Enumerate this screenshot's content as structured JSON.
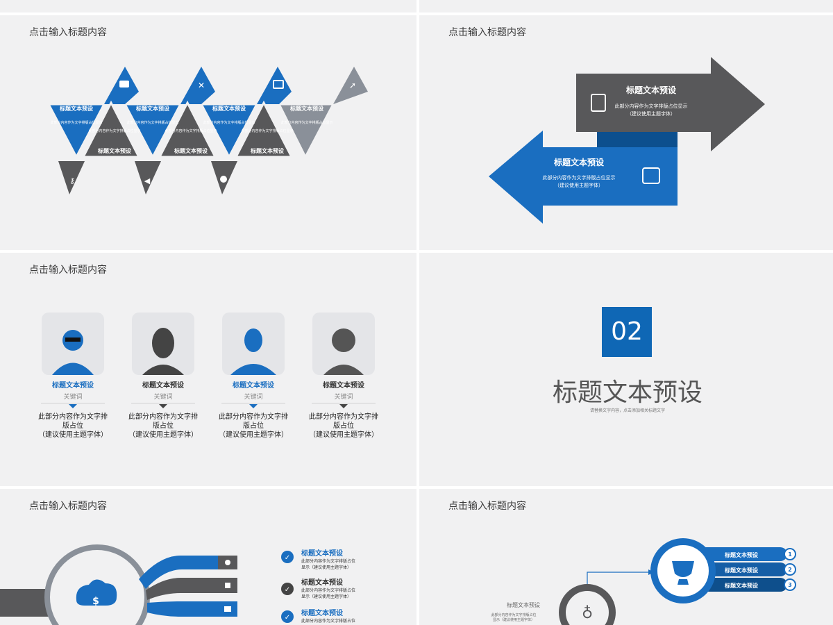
{
  "colors": {
    "blue": "#1a6ec0",
    "dark_gray": "#58585a",
    "light_gray": "#8a9099",
    "bg": "#f1f1f2"
  },
  "slides": {
    "triangles": {
      "title": "点击输入标题内容",
      "blocks": [
        {
          "label": "标题文本预设",
          "desc": "此部分内容作为文字排版占位显示",
          "icon": "briefcase-icon"
        },
        {
          "label": "标题文本预设",
          "desc": "此部分内容作为文字排版占位显示",
          "icon": "key-icon"
        },
        {
          "label": "标题文本预设",
          "desc": "此部分内容作为文字排版占位显示",
          "icon": "tools-icon"
        },
        {
          "label": "标题文本预设",
          "desc": "此部分内容作为文字排版占位显示",
          "icon": "megaphone-icon"
        },
        {
          "label": "标题文本预设",
          "desc": "此部分内容作为文字排版占位显示",
          "icon": "presentation-icon"
        },
        {
          "label": "标题文本预设",
          "desc": "此部分内容作为文字排版占位显示",
          "icon": "cloud-icon"
        },
        {
          "label": "标题文本预设",
          "desc": "此部分内容作为文字排版占位显示",
          "icon": "rocket-icon"
        }
      ]
    },
    "arrows": {
      "title": "点击输入标题内容",
      "right_arrow": {
        "label": "标题文本预设",
        "line1": "此部分内容作为文字排版占位显示",
        "line2": "（建议使用主题字体）",
        "icon": "document-icon"
      },
      "left_arrow": {
        "label": "标题文本预设",
        "line1": "此部分内容作为文字排版占位显示",
        "line2": "（建议使用主题字体）",
        "icon": "wallet-icon"
      }
    },
    "people": {
      "title": "点击输入标题内容",
      "persons": [
        {
          "name": "标题文本预设",
          "keyword": "关键词",
          "desc": "此部分内容作为文字排\n版占位\n（建议使用主题字体）",
          "highlight": true
        },
        {
          "name": "标题文本预设",
          "keyword": "关键词",
          "desc": "此部分内容作为文字排\n版占位\n（建议使用主题字体）",
          "highlight": false
        },
        {
          "name": "标题文本预设",
          "keyword": "关键词",
          "desc": "此部分内容作为文字排\n版占位\n（建议使用主题字体）",
          "highlight": true
        },
        {
          "name": "标题文本预设",
          "keyword": "关键词",
          "desc": "此部分内容作为文字排\n版占位\n（建议使用主题字体）",
          "highlight": false
        }
      ]
    },
    "section": {
      "number": "02",
      "title": "标题文本预设",
      "subtitle": "请替换文字内容，点击添加相关标题文字"
    },
    "magnifier": {
      "title": "点击输入标题内容",
      "items": [
        {
          "label": "标题文本预设",
          "line1": "此部分内容作为文字排版占位",
          "line2": "显示（建议使用主题字体）",
          "highlight": true
        },
        {
          "label": "标题文本预设",
          "line1": "此部分内容作为文字排版占位",
          "line2": "显示（建议使用主题字体）",
          "highlight": false
        },
        {
          "label": "标题文本预设",
          "line1": "此部分内容作为文字排版占位",
          "line2": "",
          "highlight": true
        }
      ],
      "center_symbol": "$"
    },
    "trophy": {
      "title": "点击输入标题内容",
      "left_label": "标题文本预设",
      "left_desc1": "此部分内容作为文字排版占位",
      "left_desc2": "显示（建议使用主题字体）",
      "tabs": [
        {
          "label": "标题文本预设",
          "num": "1"
        },
        {
          "label": "标题文本预设",
          "num": "2"
        },
        {
          "label": "标题文本预设",
          "num": "3"
        }
      ]
    }
  }
}
